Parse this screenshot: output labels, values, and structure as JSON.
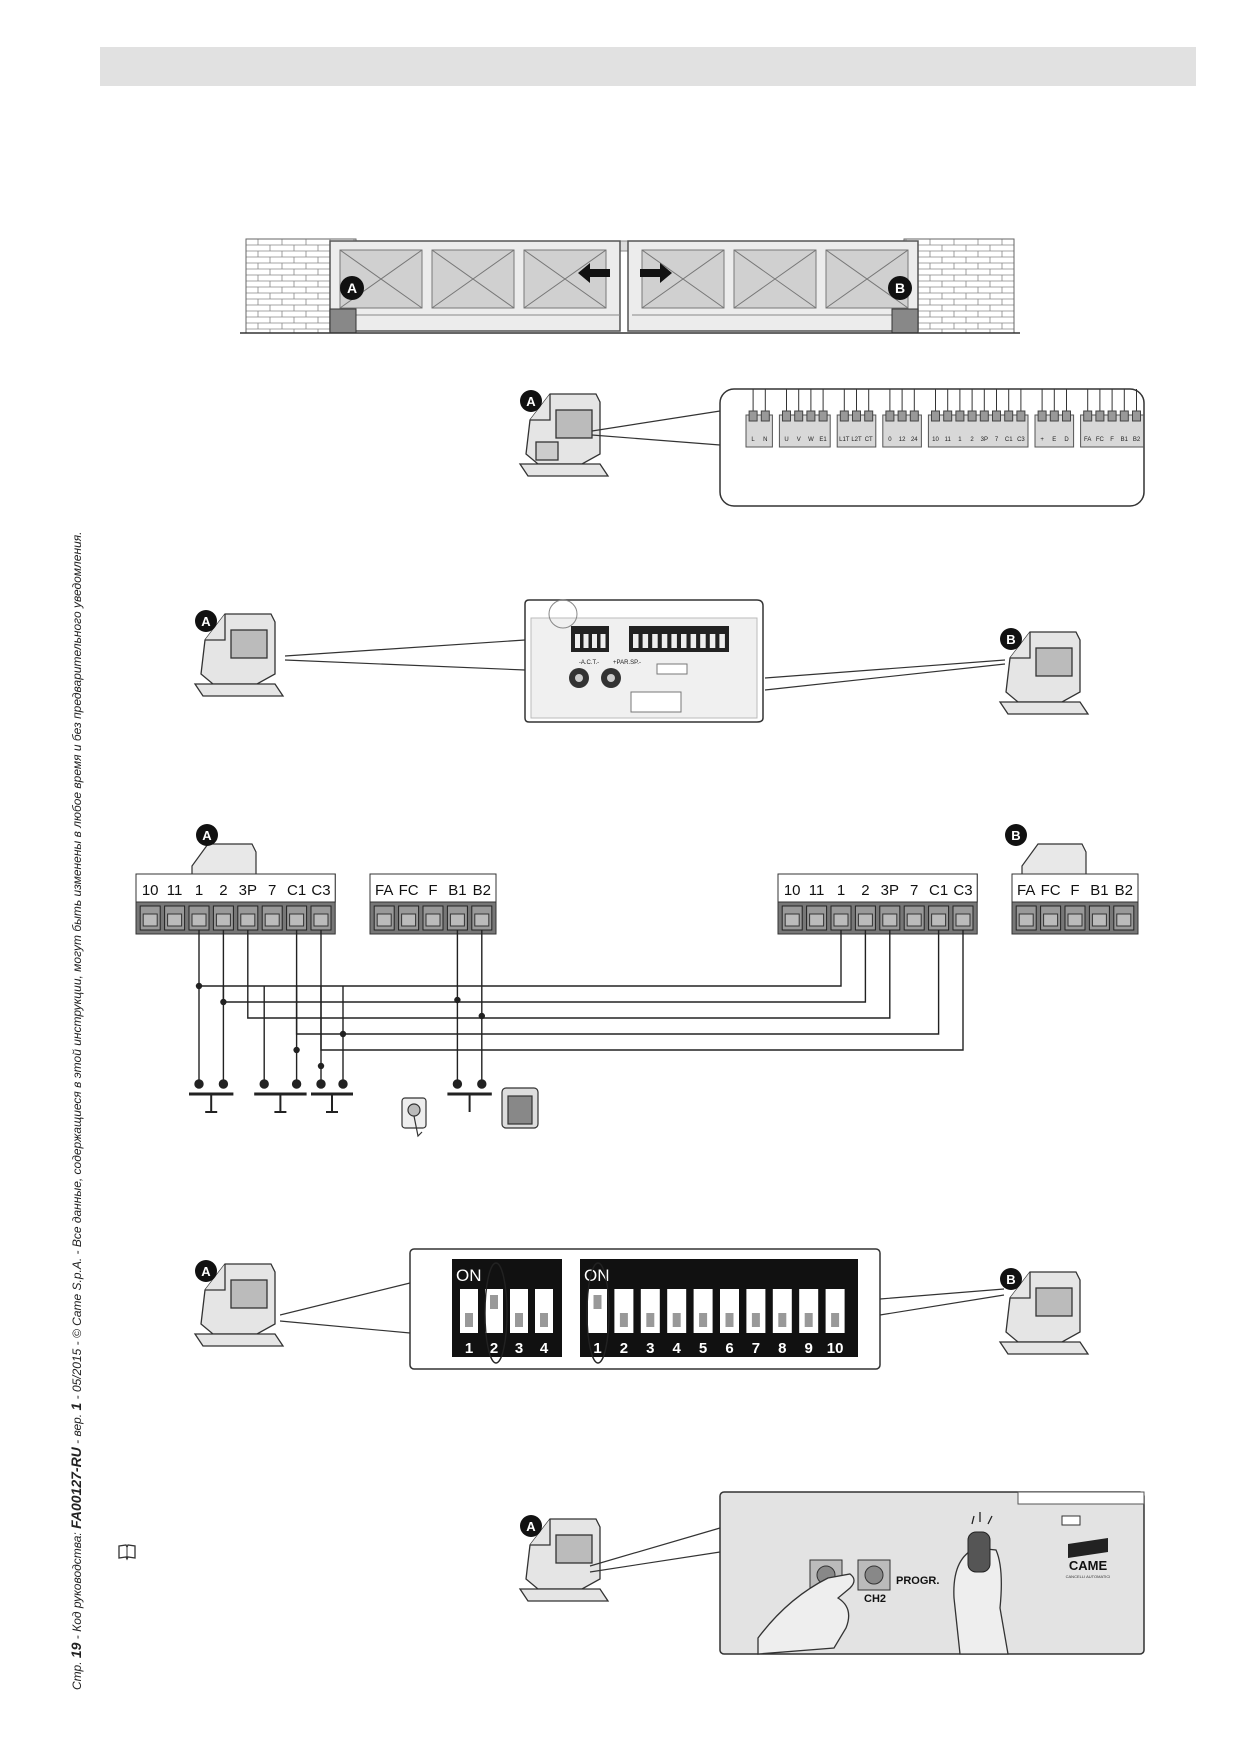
{
  "footer": {
    "page_prefix": "Стр. ",
    "page_number": "19",
    "code_label": " - Код руководства: ",
    "code": "FA00127-RU",
    "version_label": " - вер. ",
    "version": "1",
    "rest": " - 05/2015 - © Came S.p.A. - Все данные, содержащиеся в этой инструкции, могут быть изменены в любое время и без предварительного уведомления."
  },
  "markers": {
    "a": "A",
    "b": "B"
  },
  "terminal_strip_small": [
    "L",
    "N",
    "U",
    "V",
    "W",
    "E1",
    "L1T",
    "L2T",
    "CT",
    "0",
    "12",
    "24",
    "10",
    "11",
    "1",
    "2",
    "3P",
    "7",
    "C1",
    "C3",
    "+",
    "E",
    "D",
    "FA",
    "FC",
    "F",
    "B1",
    "B2"
  ],
  "board_labels": {
    "act": "-A.C.T.-",
    "par_sp": "+PAR.SP.-"
  },
  "terminals_main": [
    "10",
    "11",
    "1",
    "2",
    "3P",
    "7",
    "C1",
    "C3"
  ],
  "terminals_aux": [
    "FA",
    "FC",
    "F",
    "B1",
    "B2"
  ],
  "dip": {
    "on_label": "ON",
    "small_numbers": [
      "1",
      "2",
      "3",
      "4"
    ],
    "large_numbers": [
      "1",
      "2",
      "3",
      "4",
      "5",
      "6",
      "7",
      "8",
      "9",
      "10"
    ]
  },
  "programming": {
    "ch2": "CH2",
    "progr": "PROGR.",
    "brand": "CAME",
    "brand_sub": "CANCELLI AUTOMATICI"
  }
}
